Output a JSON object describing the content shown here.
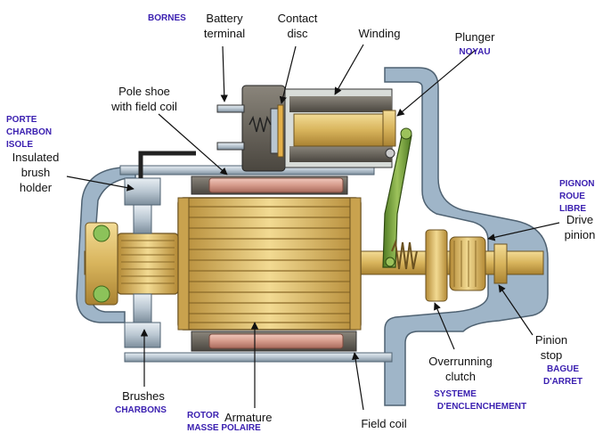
{
  "colors": {
    "label_english": "#111111",
    "label_french": "#3a1fb0",
    "housing_blue": "#9fb5c8",
    "dark_casing": "#5e5a52",
    "brass": "#d7b25a",
    "copper_coil": "#d8a79a",
    "clutch_green": "#6f9a3a"
  },
  "labels": {
    "bornes": "BORNES",
    "battery_terminal_1": "Battery",
    "battery_terminal_2": "terminal",
    "contact_disc_1": "Contact",
    "contact_disc_2": "disc",
    "winding": "Winding",
    "plunger": "Plunger",
    "noyau": "NOYAU",
    "pole_shoe_1": "Pole shoe",
    "pole_shoe_2": "with field coil",
    "porte_charbon_1": "PORTE",
    "porte_charbon_2": "CHARBON",
    "porte_charbon_3": "ISOLE",
    "insulated_holder_1": "Insulated",
    "insulated_holder_2": "brush",
    "insulated_holder_3": "holder",
    "pignon_1": "PIGNON",
    "pignon_2": "ROUE",
    "pignon_3": "LIBRE",
    "drive_pinion_1": "Drive",
    "drive_pinion_2": "pinion",
    "pinion_stop_1": "Pinion",
    "pinion_stop_2": "stop",
    "bague_1": "BAGUE",
    "bague_2": "D'ARRET",
    "overrunning_1": "Overrunning",
    "overrunning_2": "clutch",
    "systeme_1": "SYSTEME",
    "systeme_2": "D'ENCLENCHEMENT",
    "brushes": "Brushes",
    "charbons": "CHARBONS",
    "rotor": "ROTOR",
    "armature": "Armature",
    "masse_polaire": "MASSE POLAIRE",
    "field_coil": "Field coil"
  }
}
